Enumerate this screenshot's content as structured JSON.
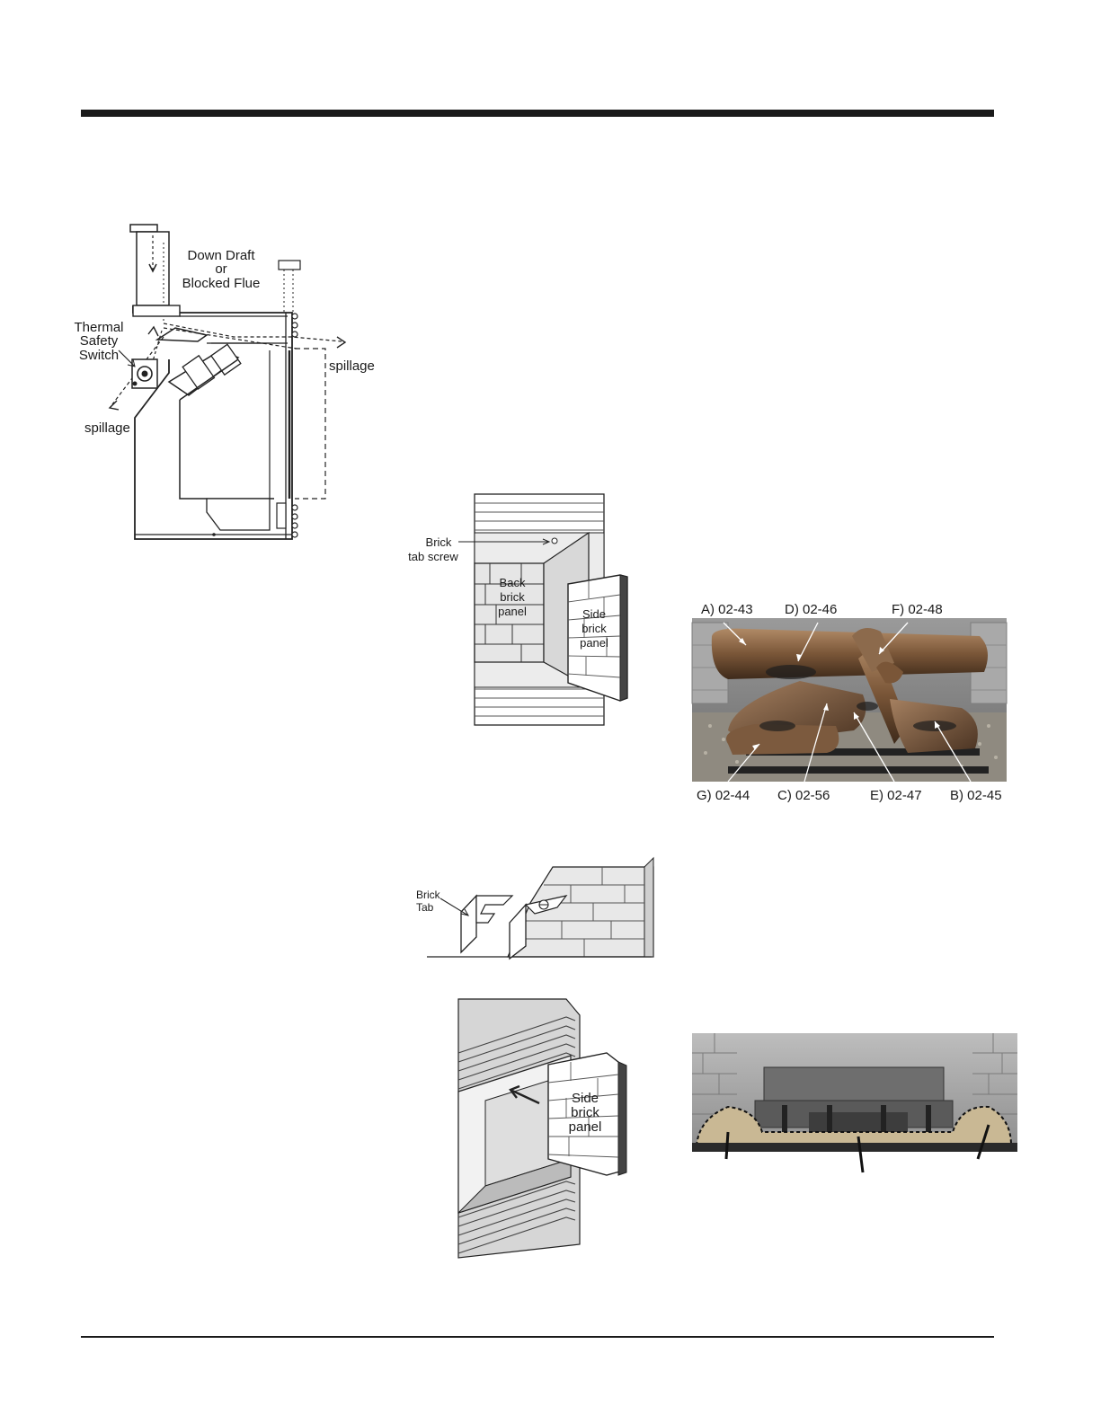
{
  "figure_spillage": {
    "down_draft_line1": "Down Draft",
    "down_draft_line2": "or",
    "down_draft_line3": "Blocked Flue",
    "thermal_line1": "Thermal",
    "thermal_line2": "Safety",
    "thermal_line3": "Switch",
    "spillage_right": "spillage",
    "spillage_left": "spillage"
  },
  "figure_back_brick": {
    "tab_screw_line1": "Brick",
    "tab_screw_line2": "tab screw",
    "back_line1": "Back",
    "back_line2": "brick",
    "back_line3": "panel",
    "side_line1": "Side",
    "side_line2": "brick",
    "side_line3": "panel"
  },
  "figure_brick_tab": {
    "tab_line1": "Brick",
    "tab_line2": "Tab"
  },
  "figure_side_brick": {
    "side_line1": "Side",
    "side_line2": "brick",
    "side_line3": "panel"
  },
  "figure_logs": {
    "top_labels": [
      "A) 02-43",
      "D) 02-46",
      "F) 02-48"
    ],
    "bottom_labels": [
      "G) 02-44",
      "C) 02-56",
      "E) 02-47",
      "B) 02-45"
    ]
  }
}
